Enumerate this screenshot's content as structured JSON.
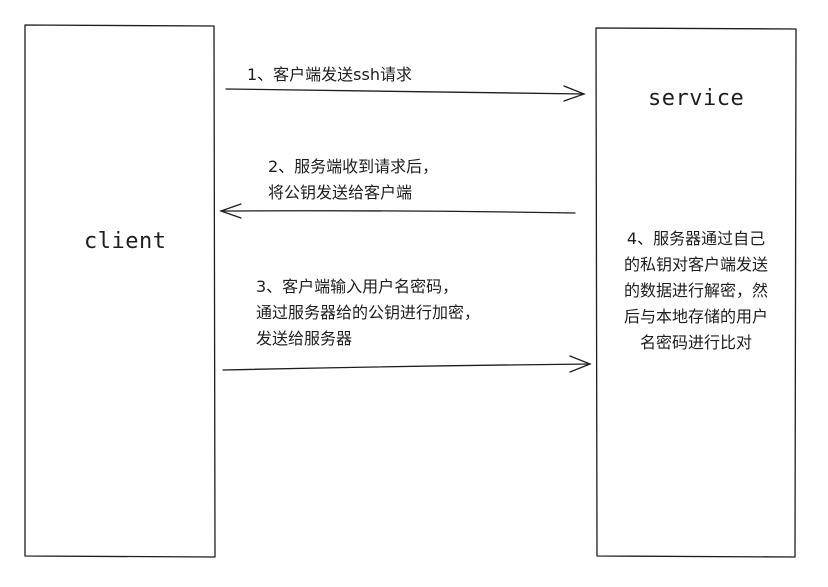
{
  "nodes": {
    "client": {
      "label": "client"
    },
    "service": {
      "label": "service"
    }
  },
  "steps": [
    {
      "lines": [
        "1、客户端发送ssh请求"
      ]
    },
    {
      "lines": [
        "2、服务端收到请求后，",
        "将公钥发送给客户端"
      ]
    },
    {
      "lines": [
        "3、客户端输入用户名密码，",
        "通过服务器给的公钥进行加密，",
        "发送给服务器"
      ]
    },
    {
      "lines": [
        "4、服务器通过自己",
        "的私钥对客户端发送",
        "的数据进行解密，然",
        "后与本地存储的用户",
        "名密码进行比对"
      ]
    }
  ],
  "colors": {
    "stroke": "#1e1e1e",
    "background": "#ffffff"
  }
}
